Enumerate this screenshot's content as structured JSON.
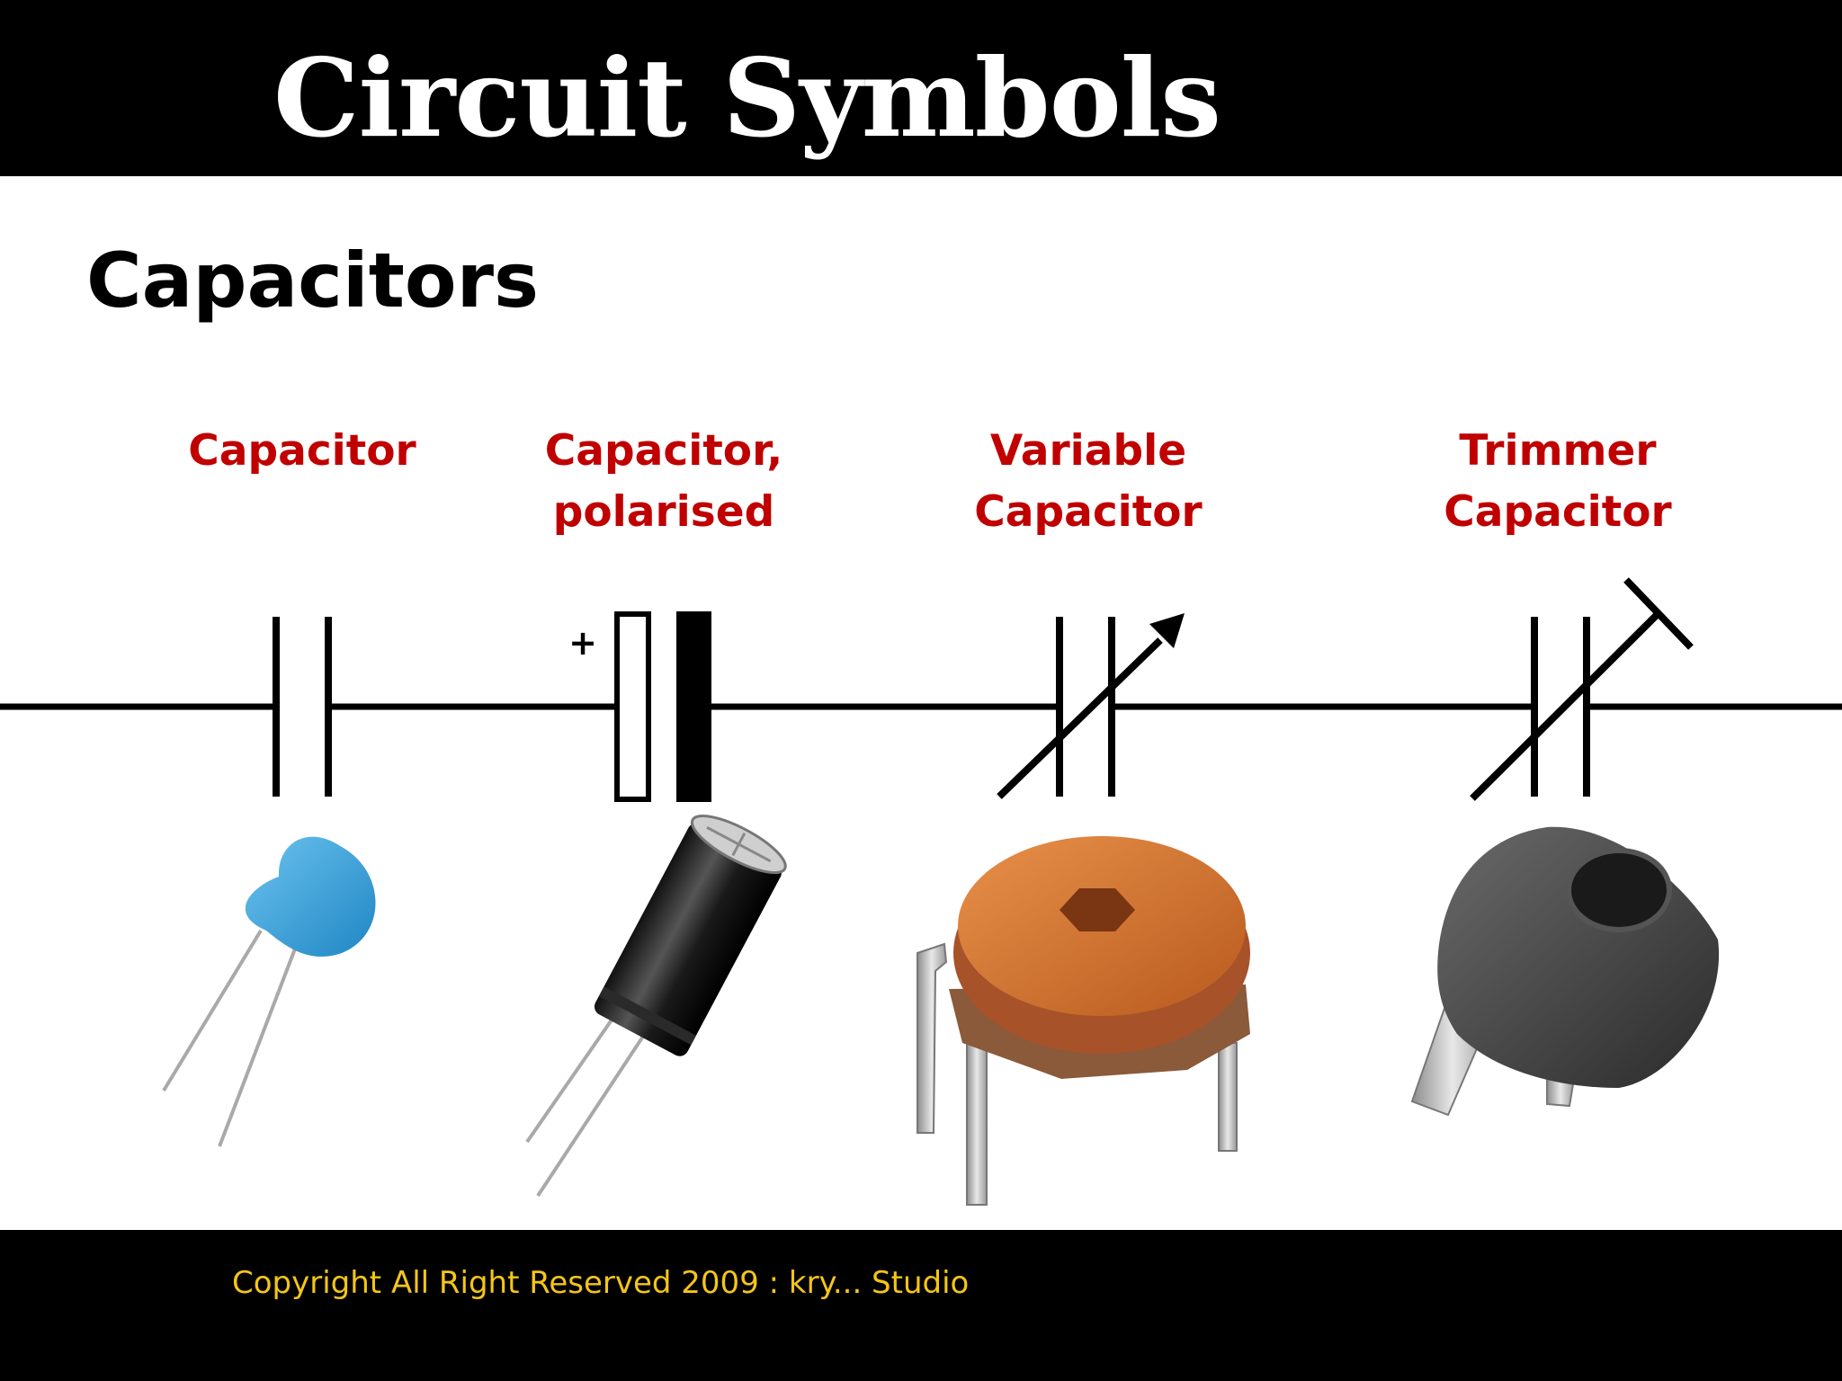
{
  "slide": {
    "title": "Circuit Symbols",
    "section": "Capacitors",
    "footer": "Copyright All Right Reserved 2009 : kry... Studio"
  },
  "components": [
    {
      "label_lines": [
        "Capacitor"
      ],
      "symbol": "capacitor",
      "photo": "ceramic disc capacitor"
    },
    {
      "label_lines": [
        "Capacitor,",
        "polarised"
      ],
      "symbol": "polarised-capacitor",
      "polarity_mark": "+",
      "photo": "electrolytic capacitor"
    },
    {
      "label_lines": [
        "Variable",
        "Capacitor"
      ],
      "symbol": "variable-capacitor",
      "photo": "variable capacitor"
    },
    {
      "label_lines": [
        "Trimmer",
        "Capacitor"
      ],
      "symbol": "trimmer-capacitor",
      "photo": "trimmer capacitor"
    }
  ],
  "colors": {
    "bar_background": "#000000",
    "title_text": "#ffffff",
    "label_text": "#c00000",
    "footer_text": "#f5c518",
    "wire": "#000000"
  }
}
